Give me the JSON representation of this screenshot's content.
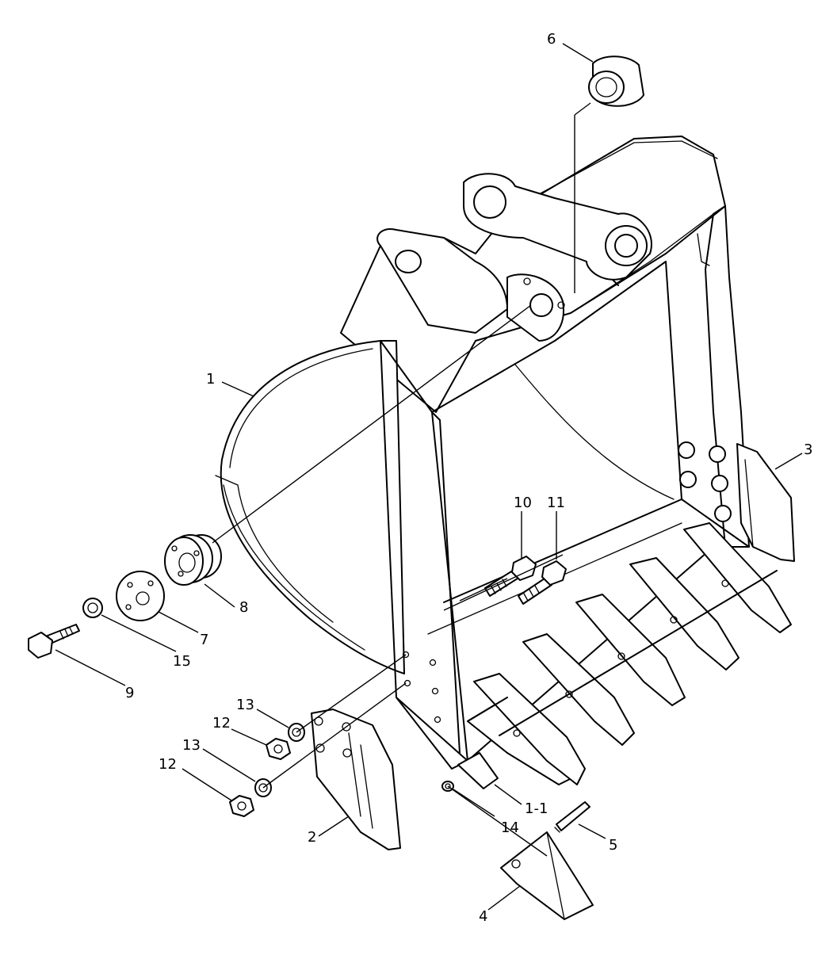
{
  "callouts": {
    "c1": "1",
    "c1_1": "1-1",
    "c2": "2",
    "c3": "3",
    "c4": "4",
    "c5": "5",
    "c6": "6",
    "c7": "7",
    "c8": "8",
    "c9": "9",
    "c10": "10",
    "c11": "11",
    "c12a": "12",
    "c12b": "12",
    "c13a": "13",
    "c13b": "13",
    "c14": "14",
    "c15": "15"
  }
}
